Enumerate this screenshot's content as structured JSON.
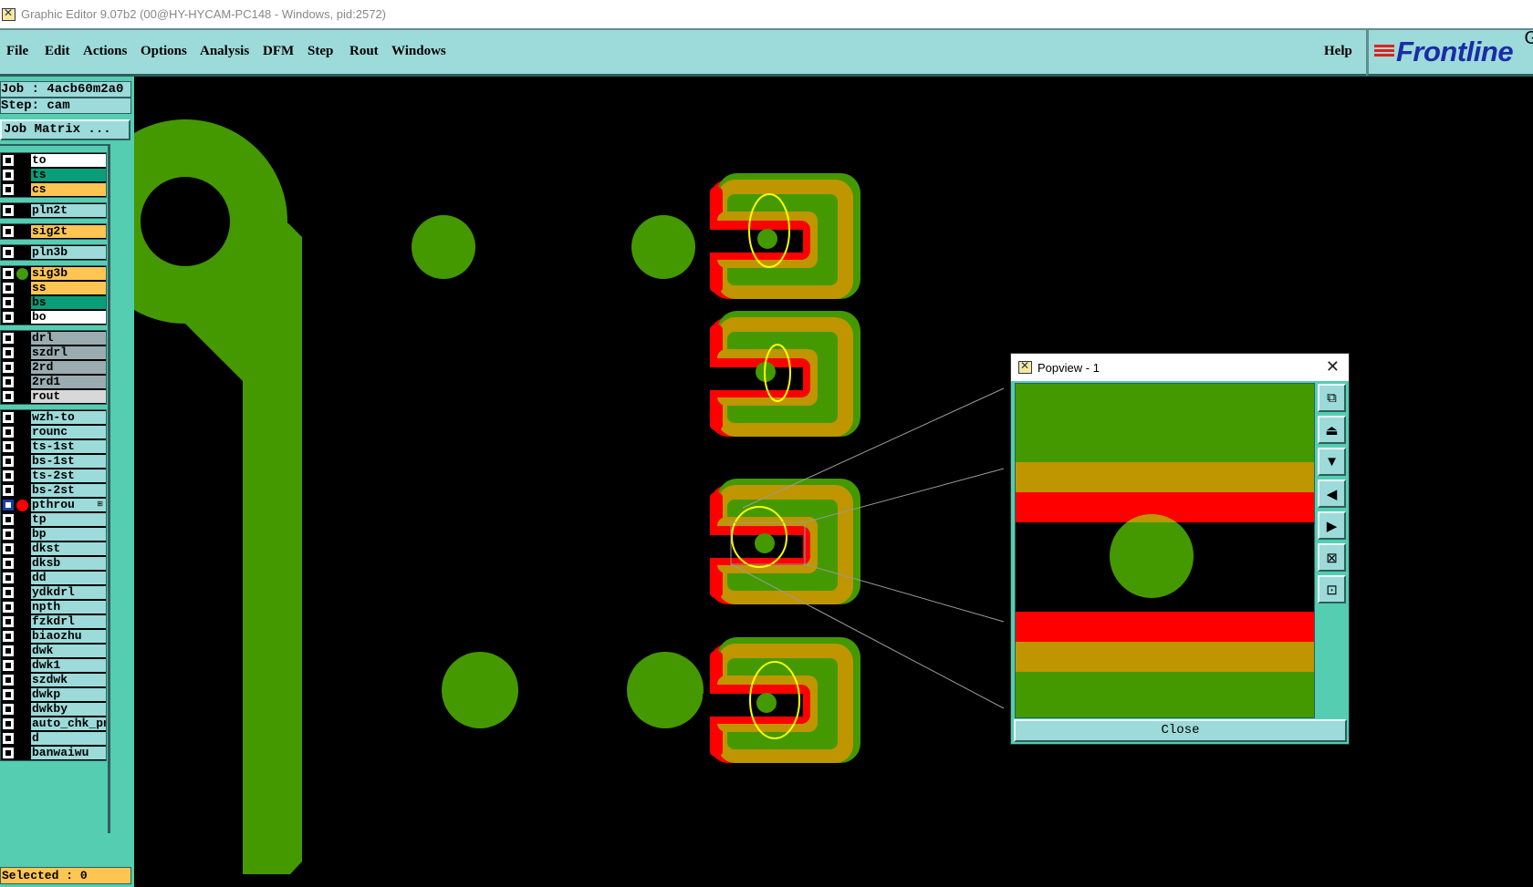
{
  "window": {
    "title": "Graphic Editor 9.07b2 (00@HY-HYCAM-PC148 - Windows, pid:2572)"
  },
  "menu": {
    "items": [
      "File",
      "Edit",
      "Actions",
      "Options",
      "Analysis",
      "DFM",
      "Step",
      "Rout",
      "Windows"
    ],
    "help": "Help"
  },
  "logo": {
    "text": "Frontline",
    "suffix": "G"
  },
  "job_info": {
    "job": "Job : 4acb60m2a0",
    "step": "Step: cam",
    "job_matrix": "Job Matrix ..."
  },
  "layers": [
    [
      {
        "name": "to",
        "color": "#ffffff"
      },
      {
        "name": "ts",
        "color": "#0a9e78"
      },
      {
        "name": "cs",
        "color": "#ffc552"
      }
    ],
    [
      {
        "name": "pln2t",
        "color": "#9ddada"
      }
    ],
    [
      {
        "name": "sig2t",
        "color": "#ffc552"
      }
    ],
    [
      {
        "name": "pln3b",
        "color": "#9ddada"
      }
    ],
    [
      {
        "name": "sig3b",
        "color": "#ffc552",
        "indicator": "#3f9a0c"
      },
      {
        "name": "ss",
        "color": "#ffc552"
      },
      {
        "name": "bs",
        "color": "#0a9e78"
      },
      {
        "name": "bo",
        "color": "#ffffff"
      }
    ],
    [
      {
        "name": "drl",
        "color": "#9aacb0"
      },
      {
        "name": "szdrl",
        "color": "#9aacb0"
      },
      {
        "name": "2rd",
        "color": "#9aacb0"
      },
      {
        "name": "2rd1",
        "color": "#9aacb0"
      },
      {
        "name": "rout",
        "color": "#d8d8d8"
      }
    ],
    [
      {
        "name": "wzh-to",
        "color": "#9ddada"
      },
      {
        "name": "rounc",
        "color": "#9ddada"
      },
      {
        "name": "ts-1st",
        "color": "#9ddada"
      },
      {
        "name": "bs-1st",
        "color": "#9ddada"
      },
      {
        "name": "ts-2st",
        "color": "#9ddada"
      },
      {
        "name": "bs-2st",
        "color": "#9ddada"
      },
      {
        "name": "pthrou",
        "color": "#9ddada",
        "indicator": "#ff0000",
        "selected": true,
        "extra": "⊞"
      },
      {
        "name": "tp",
        "color": "#9ddada"
      },
      {
        "name": "bp",
        "color": "#9ddada"
      },
      {
        "name": "dkst",
        "color": "#9ddada"
      },
      {
        "name": "dksb",
        "color": "#9ddada"
      },
      {
        "name": "dd",
        "color": "#9ddada"
      },
      {
        "name": "ydkdrl",
        "color": "#9ddada"
      },
      {
        "name": "npth",
        "color": "#9ddada"
      },
      {
        "name": "fzkdrl",
        "color": "#9ddada"
      },
      {
        "name": "biaozhu",
        "color": "#9ddada"
      },
      {
        "name": "dwk",
        "color": "#9ddada"
      },
      {
        "name": "dwk1",
        "color": "#9ddada"
      },
      {
        "name": "szdwk",
        "color": "#9ddada"
      },
      {
        "name": "dwkp",
        "color": "#9ddada"
      },
      {
        "name": "dwkby",
        "color": "#9ddada"
      },
      {
        "name": "auto_chk_pnl",
        "color": "#9ddada"
      },
      {
        "name": "d",
        "color": "#9ddada"
      },
      {
        "name": "banwaiwu",
        "color": "#9ddada"
      }
    ]
  ],
  "status": {
    "selected": "Selected : 0"
  },
  "popview": {
    "title": "Popview - 1",
    "close_label": "Close",
    "tools": [
      "zoom-home-icon",
      "pan-up-icon",
      "pan-down-icon",
      "pan-left-icon",
      "pan-right-icon",
      "zoom-in-icon",
      "zoom-out-icon"
    ]
  },
  "colors": {
    "copper": "#449900",
    "mask": "#bf9500",
    "red_layer": "#ff0000",
    "highlight": "#ffff00",
    "panel": "#9ddada",
    "panel_dark": "#55cdb0"
  }
}
